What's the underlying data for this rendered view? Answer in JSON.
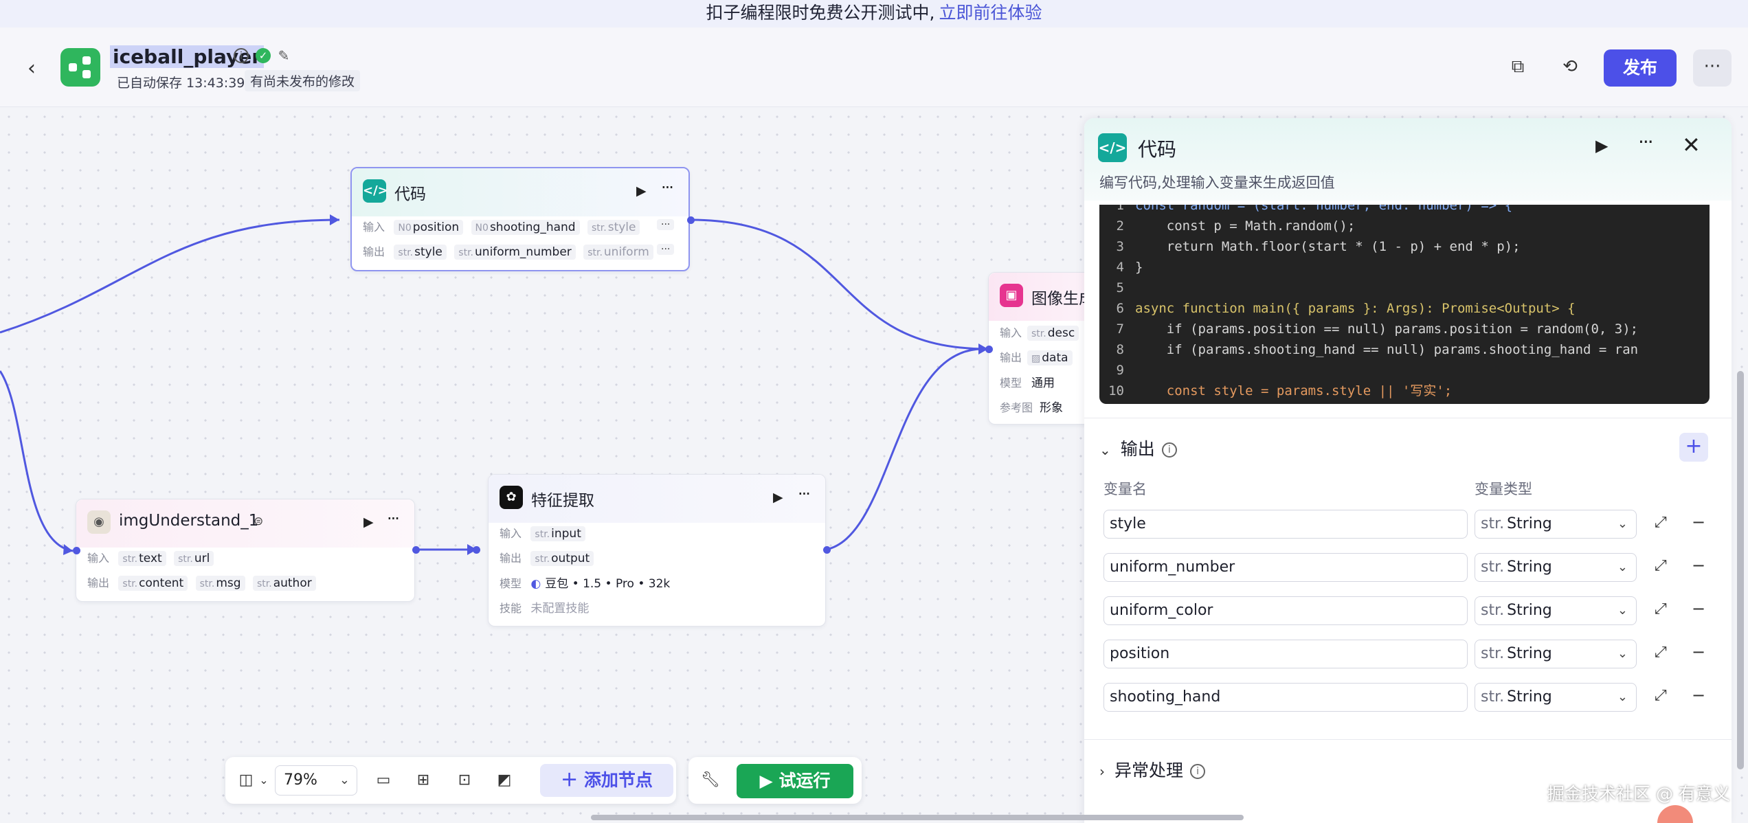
{
  "banner": {
    "text": "扣子编程限时免费公开测试中,",
    "link": "立即前往体验"
  },
  "header": {
    "app_name": "iceball_player",
    "save_status": "已自动保存 13:43:39",
    "unpublished": "有尚未发布的修改",
    "publish_label": "发布"
  },
  "nodes": {
    "code": {
      "title": "代码",
      "in_label": "输入",
      "out_label": "输出",
      "inputs": [
        {
          "type": "N0",
          "name": "position"
        },
        {
          "type": "N0",
          "name": "shooting_hand"
        },
        {
          "type": "str.",
          "name": "style"
        }
      ],
      "outputs": [
        {
          "type": "str.",
          "name": "style"
        },
        {
          "type": "str.",
          "name": "uniform_number"
        },
        {
          "type": "str.",
          "name": "uniform"
        }
      ]
    },
    "image_gen": {
      "title": "图像生成",
      "rows": [
        {
          "label": "输入",
          "type": "str.",
          "value": "desc"
        },
        {
          "label": "输出",
          "type": "",
          "value": "data"
        },
        {
          "label": "模型",
          "type": "",
          "value": "通用"
        },
        {
          "label": "参考图",
          "type": "",
          "value": "形象"
        }
      ]
    },
    "img_understand": {
      "title": "imgUnderstand_1",
      "in_label": "输入",
      "out_label": "输出",
      "inputs": [
        {
          "type": "str.",
          "name": "text"
        },
        {
          "type": "str.",
          "name": "url"
        }
      ],
      "outputs": [
        {
          "type": "str.",
          "name": "content"
        },
        {
          "type": "str.",
          "name": "msg"
        },
        {
          "type": "str.",
          "name": "author"
        }
      ]
    },
    "feature": {
      "title": "特征提取",
      "in_label": "输入",
      "out_label": "输出",
      "model_label": "模型",
      "skill_label": "技能",
      "input": {
        "type": "str.",
        "name": "input"
      },
      "output": {
        "type": "str.",
        "name": "output"
      },
      "model": "豆包 • 1.5 • Pro • 32k",
      "skill": "未配置技能"
    }
  },
  "toolbar": {
    "zoom": "79%",
    "add_node": "添加节点",
    "test_run": "试运行"
  },
  "panel": {
    "title": "代码",
    "description": "编写代码,处理输入变量来生成返回值",
    "code_lines": [
      {
        "n": "1",
        "code": "const random = (start: number, end: number) => {"
      },
      {
        "n": "2",
        "code": "    const p = Math.random();"
      },
      {
        "n": "3",
        "code": "    return Math.floor(start * (1 - p) + end * p);"
      },
      {
        "n": "4",
        "code": "}"
      },
      {
        "n": "5",
        "code": ""
      },
      {
        "n": "6",
        "code": "async function main({ params }: Args): Promise<Output> {"
      },
      {
        "n": "7",
        "code": "    if (params.position == null) params.position = random(0, 3);"
      },
      {
        "n": "8",
        "code": "    if (params.shooting_hand == null) params.shooting_hand = ran"
      },
      {
        "n": "9",
        "code": ""
      },
      {
        "n": "10",
        "code": "    const style = params.style || '写实';"
      }
    ],
    "output_section": "输出",
    "col_name": "变量名",
    "col_type": "变量类型",
    "outputs": [
      {
        "name": "style",
        "type_prefix": "str.",
        "type": "String"
      },
      {
        "name": "uniform_number",
        "type_prefix": "str.",
        "type": "String"
      },
      {
        "name": "uniform_color",
        "type_prefix": "str.",
        "type": "String"
      },
      {
        "name": "position",
        "type_prefix": "str.",
        "type": "String"
      },
      {
        "name": "shooting_hand",
        "type_prefix": "str.",
        "type": "String"
      }
    ],
    "exception_section": "异常处理"
  },
  "watermark": "掘金技术社区 @ 有意义"
}
